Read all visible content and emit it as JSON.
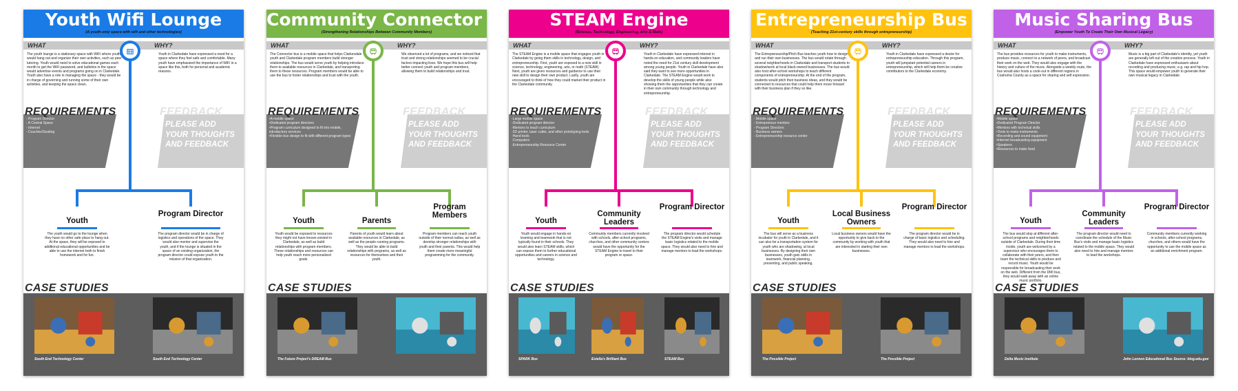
{
  "posters": [
    {
      "title": "Youth Wifi Lounge",
      "subtitle": "(A youth-only space with wifi and other technologies)",
      "color": "#1a7be6",
      "icon": "lounge-icon",
      "what_label": "WHAT",
      "why_label": "WHY?",
      "what": "The youth lounge is a stationary space with WiFi where youth would hang out and organize their own activities, such as peer tutoring. Youth would need to solve educational games each month to get the WiFi password, and bulletins in the space would advertise events and programs going on in Clarkedale. Youth also have a role in managing the space - they would be in charge of governing and running some of their own activities, and keeping the space clean.",
      "why": "Youth in Clarkedale have expressed a need for a space where they feel safe and comfortable. Many youth have emphasized the importance of WiFi in a space like this, both for personal and academic reasons.",
      "requirements_label": "REQUIREMENTS",
      "requirements": "- Program Director\n- A Central Space\n- Internet\n- Couches/Seating",
      "feedback_label": "FEEDBACK",
      "feedback": "PLEASE ADD YOUR THOUGHTS AND FEEDBACK",
      "roles": [
        {
          "name": "Youth",
          "desc": "The youth would go to the lounge when they have no other safe place to hang out. At the space, they will be exposed to additional educational opportunities and be able to use the internet both to finish homework and for fun."
        },
        {
          "name": "Program Director",
          "desc": "The program director would be in charge of logistics and operations of the space. They would also mentor and supervise the youth, and if the lounge is situated in the space of an existing organization, the program director could expose youth to the mission of that organization."
        }
      ],
      "case_label": "CASE STUDIES",
      "photos": [
        {
          "caption": "South End Technology Center",
          "icon": "mural-photo"
        },
        {
          "caption": "South End Technology Center",
          "icon": "computer-lab-photo"
        }
      ]
    },
    {
      "title": "Community Connector Bus",
      "subtitle": "(Strengthening Relationships Between Community Members)",
      "color": "#7ab648",
      "icon": "bus-icon",
      "what_label": "WHAT",
      "why_label": "WHY?",
      "what": "The Connector bus is a mobile space that helps Clarkesdale youth and Clarkedale program members build stronger relationships. The bus would serve youth by helping introduce them to available resources in Clarkedale, and transporting them to these resources. Program members would be able to use the bus to foster relationships and trust with the youth.",
      "why": "We observed a lot of programs, and we noticed that trust and strong relationships seemed to be crucial factors impacting lives. We hope this bus will help better connect youth and program members, allowing them to build relationships and trust.",
      "requirements_label": "REQUIREMENTS",
      "requirements": "•A mobile space\n•Dedicated program directors\n•Program curriculum designed to fit into mobile, introductory services\n•Flexible bus design to fit with different program types",
      "feedback_label": "FEEDBACK",
      "feedback": "PLEASE ADD YOUR THOUGHTS AND FEEDBACK",
      "roles": [
        {
          "name": "Youth",
          "desc": "Youth would be exposed to resources they might not have known existed in Clarkedale, as well as build relationships with program members. These relationships and resources can help youth reach more personalized goals."
        },
        {
          "name": "Parents",
          "desc": "Parents of youth would learn about available resources in Clarkedale, as well as the people running programs. They would be able to build relationships with programs, as well as resources for themselves and their youth."
        },
        {
          "name": "Program Members",
          "desc": "Program members can reach youth outside of their normal radius, as well as develop stronger relationships with youth and their parents. This would help them create more meaningful programming for the community."
        }
      ],
      "case_label": "CASE STUDIES",
      "photos": [
        {
          "caption": "The Future Project's DREAM Bus",
          "icon": "blue-bus-photo"
        },
        {
          "caption": "",
          "icon": "bus-interior-photo"
        }
      ]
    },
    {
      "title": "STEAM Engine",
      "subtitle": "(Science, Technology, Engineering, Arts & Math)",
      "color": "#ec008c",
      "icon": "bus-icon",
      "what_label": "WHAT",
      "why_label": "WHY?",
      "what": "The STEAM Engine is a mobile space that engages youth in Clarkedale by going them skills in technology, design, and entrepreneurship. First, youth are exposed to a new skill in science, technology, engineering, arts, or math (STEAM). Next, youth are given resources and guidance to use their new skill to design their own product. Lastly, youth are encouraged to think of how they could market their product in the Clarkedale community.",
      "why": "Youth in Clarkedale have expressed interest in hands-on education, and community leaders have noted the need for 21st century skill development among young people. Youth in Clarkedale have also said they want to see more opportunities in Clarkedale. The STEAM Engine would work to develop the skills of young people while also showing them the opportunities that they can create in their own community through technology and entrepreneurship.",
      "requirements_label": "REQUIREMENTS",
      "requirements": "-Large mobile space\n-Dedicated program director\n-Mentors to teach curriculum\n-3D printer, laser cutter, and other prototyping tools\n-Hand tools\n-Computers\n-Entrepreneurship Resource Center",
      "feedback_label": "FEEDBACK",
      "feedback": "PLEASE ADD YOUR THOUGHTS AND FEEDBACK",
      "roles": [
        {
          "name": "Youth",
          "desc": "Youth would engage in hands-on learning and teamwork that is not typically found in their schools. They would also learn STEAM skills, which can expose them to further educational opportunities and careers in science and technology."
        },
        {
          "name": "Community Leaders",
          "desc": "Community members currently involved with schools, after-school programs, churches, and other community centers would have the opportunity for the STEAM Engine to travel to their program or space."
        },
        {
          "name": "Program Director",
          "desc": "The program director would schedule the STEAM Engine's visits and manage basic logistics related to the mobile space. They would also need to hire and manage mentors to lead the workshops."
        }
      ],
      "case_label": "CASE STUDIES",
      "photos": [
        {
          "caption": "SPARK Bus",
          "icon": "workshop-photo"
        },
        {
          "caption": "Estella's Brilliant Bus",
          "icon": "students-photo"
        },
        {
          "caption": "STEAM Bus",
          "icon": "steam-bus-photo"
        }
      ]
    },
    {
      "title": "Entrepreneurship Bus",
      "subtitle": "(Teaching 21st-century skills through entrepreneurship)",
      "color": "#ffc20e",
      "icon": "bus-icon",
      "what_label": "WHAT",
      "why_label": "WHY?",
      "what": "The Entrepreneurship/Pitch Bus teaches youth how to design and run their own businesses. The bus would rotate through several neighborhoods in Clarkedale and transport students to shadow/work at local black-owned businesses. The bus would also host after-school workshops to teach different components of entrepreneurship. At the end of the program, students would pitch their business ideas, and they would be connected to resources that could help them move forward with their business plan if they so like.",
      "why": "Youth in Clarkedale have expressed a desire for entrepreneurship education. Through this program, youth will jumpstart potential careers in entrepreneurship, which will help them be creative contributors to the Clarkedale economy.",
      "requirements_label": "REQUIREMENTS",
      "requirements": "- Mobile space\n- Entrepreneur mentors\n- Program Directors\n- Business owners\n- Entrepreneurship resource center",
      "feedback_label": "FEEDBACK",
      "feedback": "PLEASE ADD YOUR THOUGHTS AND FEEDBACK",
      "roles": [
        {
          "name": "Youth",
          "desc": "The bus will serve as a business incubator for youth in Clarkedale, and it can also be a transportation system for youth who are shadowing, at local businesses. By designing their own businesses, youth gain skills in teamwork, financial planning, presenting, and public speaking."
        },
        {
          "name": "Local Business Owners",
          "desc": "Local business owners would have the opportunity to give back to the community by working with youth that are interested in starting their own businesses."
        },
        {
          "name": "Program Director",
          "desc": "The program director would be in charge of basic logistics and scheduling. They would also need to hire and manage mentors to lead the workshops."
        }
      ],
      "case_label": "CASE STUDIES",
      "photos": [
        {
          "caption": "The Possible Project",
          "icon": "presentation-photo"
        },
        {
          "caption": "The Possible Project",
          "icon": "meeting-photo"
        }
      ]
    },
    {
      "title": "Music Sharing Bus",
      "subtitle": "(Empower Youth To Create Their Own Musical Legacy)",
      "color": "#c061e8",
      "icon": "bus-icon",
      "what_label": "WHAT",
      "why_label": "WHY?",
      "what": "The bus provides resources for youth to make instruments, produce music, connect to a network of peers, and broadcast their work on the web. They would also engage with the history and culture of the music. Alongside a weekly route, the bus would also hosts a cook-out in different regions in Coahoma County as a space for sharing and self expression.",
      "why": "Music is a big part of Clarkedale's identity, yet youth are generally left out of the creation process. Youth in Clarkedale have expressed enthusiasm about recording and producing music, e.g. rap and hip hop. This space would empower youth to generate their own musical legacy in Clarkedale.",
      "requirements_label": "REQUIREMENTS",
      "requirements": "•Mobile space\n•Dedicated Program Director\n•Mentors with technical skills\n•Tools to make instruments\n•Recording and sound equipment\n•Internet broadcasting equipment\n•Speakers\n•Resources to make food",
      "feedback_label": "FEEDBACK",
      "feedback": "PLEASE ADD YOUR THOUGHTS AND FEEDBACK",
      "roles": [
        {
          "name": "Youth",
          "desc": "The bus would stop at different after-school programs and neighborhoods outside of Clarkedale. During their time inside, youth are welcomed by a supervisor who encourages them to collaborate with their peers, and then learn the technical skills to produce and record music. Youth would be responsible for broadcasting their work on the web. Different from the DMI bus, they would walk away with an online music portfolio."
        },
        {
          "name": "Community Leaders",
          "desc": "The program director would need to coordinate the schedule of the Music Bus's visits and manage basic logistics related to the mobile space. They would also need to hire and manage mentors to lead the workshops."
        },
        {
          "name": "Program Director",
          "desc": "Community members currently working in schools, after-school programs, churches, and others would have the opportunity to use the mobile space as an additional enrichment program."
        }
      ],
      "case_label": "CASE STUDIES",
      "photos": [
        {
          "caption": "Delta Music Institute",
          "icon": "music-bus-photo"
        },
        {
          "caption": "John Lennon Educational Bus Source: blog.edu.gov",
          "icon": "studio-photo"
        }
      ]
    }
  ]
}
